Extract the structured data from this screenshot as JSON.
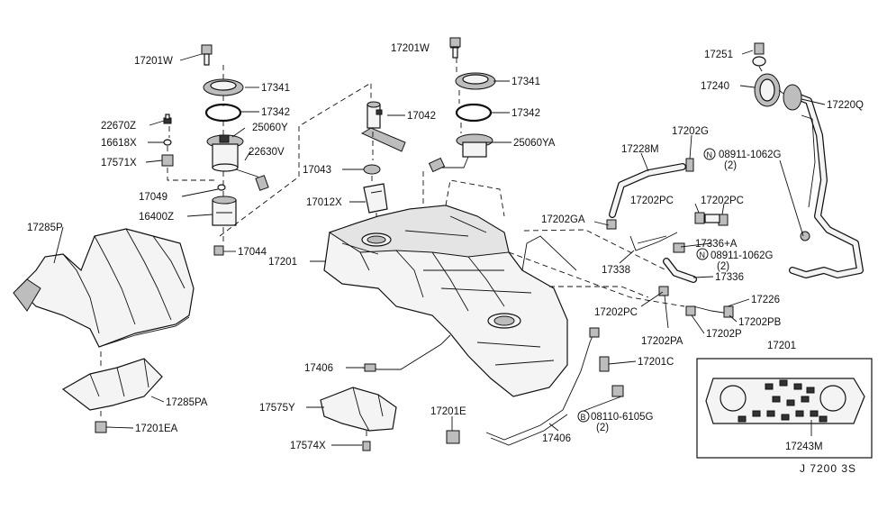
{
  "diagram": {
    "code": "J 7200 3S",
    "labels": {
      "l17201W_a": "17201W",
      "l17341_a": "17341",
      "l17342_a": "17342",
      "l22670Z": "22670Z",
      "l25060Y": "25060Y",
      "l16618X": "16618X",
      "l22630V": "22630V",
      "l17571X": "17571X",
      "l17049": "17049",
      "l16400Z": "16400Z",
      "l17044": "17044",
      "l17285P": "17285P",
      "l17201W_b": "17201W",
      "l17341_b": "17341",
      "l17042": "17042",
      "l17342_b": "17342",
      "l25060YA": "25060YA",
      "l17043": "17043",
      "l17012X": "17012X",
      "l17201": "17201",
      "l17251": "17251",
      "l17240": "17240",
      "l17220Q": "17220Q",
      "l17202G": "17202G",
      "l17228M": "17228M",
      "l08911a": "08911-1062G",
      "l08911a_qty": "(2)",
      "l17202PC_a": "17202PC",
      "l17202PC_b": "17202PC",
      "l17202GA": "17202GA",
      "l17336A": "17336+A",
      "l08911b": "08911-1062G",
      "l08911b_qty": "(2)",
      "l17338": "17338",
      "l17336": "17336",
      "l17226": "17226",
      "l17202PC_c": "17202PC",
      "l17202PB": "17202PB",
      "l17202PA": "17202PA",
      "l17202P": "17202P",
      "l17201_inset": "17201",
      "l17201C": "17201C",
      "l17406_a": "17406",
      "l17285PA": "17285PA",
      "l17575Y": "17575Y",
      "l17201EA": "17201EA",
      "l17574X": "17574X",
      "l17201E": "17201E",
      "l08110": "08110-6105G",
      "l08110_qty": "(2)",
      "l17406_b": "17406",
      "l17243M": "17243M",
      "n_a": "N",
      "n_b": "N",
      "b_a": "B"
    }
  }
}
